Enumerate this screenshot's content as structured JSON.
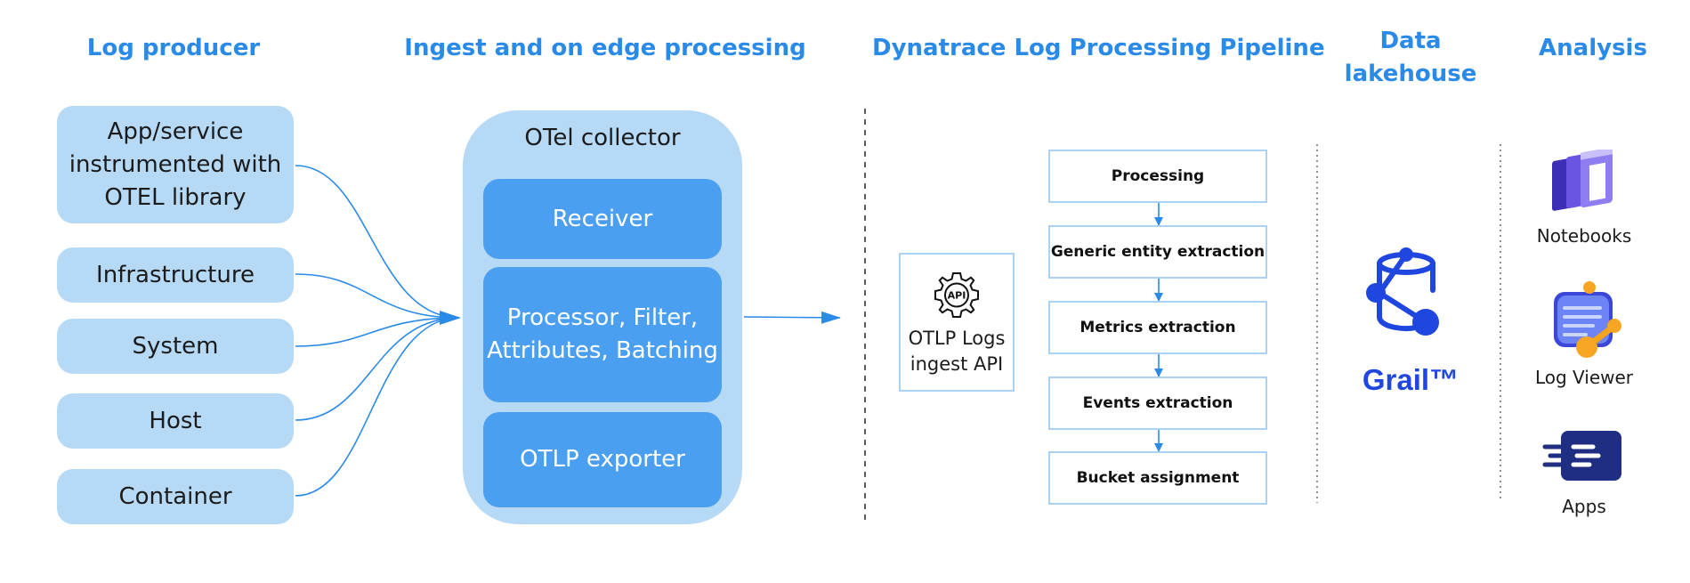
{
  "headings": {
    "log_producer": "Log producer",
    "ingest": "Ingest and on edge processing",
    "pipeline": "Dynatrace Log Processing Pipeline",
    "lakehouse_line1": "Data",
    "lakehouse_line2": "lakehouse",
    "analysis": "Analysis"
  },
  "producers": {
    "app_line1": "App/service",
    "app_line2": "instrumented with",
    "app_line3": "OTEL library",
    "infrastructure": "Infrastructure",
    "system": "System",
    "host": "Host",
    "container": "Container"
  },
  "collector": {
    "title": "OTel collector",
    "receiver": "Receiver",
    "processor_line1": "Processor,  Filter,",
    "processor_line2": "Attributes, Batching",
    "exporter": "OTLP exporter"
  },
  "api": {
    "icon_text": "API",
    "label_line1": "OTLP Logs",
    "label_line2": "ingest API"
  },
  "pipeline_steps": {
    "processing": "Processing",
    "generic_entity": "Generic entity extraction",
    "metrics": "Metrics extraction",
    "events": "Events extraction",
    "bucket": "Bucket assignment"
  },
  "lakehouse": {
    "product": "Grail™"
  },
  "analysis_tools": {
    "notebooks": "Notebooks",
    "log_viewer": "Log Viewer",
    "apps": "Apps"
  },
  "colors": {
    "heading_blue": "#2a8ae8",
    "light_blue": "#b6d9f6",
    "mid_blue": "#4b9ff0",
    "connector_blue": "#2a8ae8",
    "grail_blue": "#1f47e0",
    "apps_navy": "#1f2d82"
  }
}
